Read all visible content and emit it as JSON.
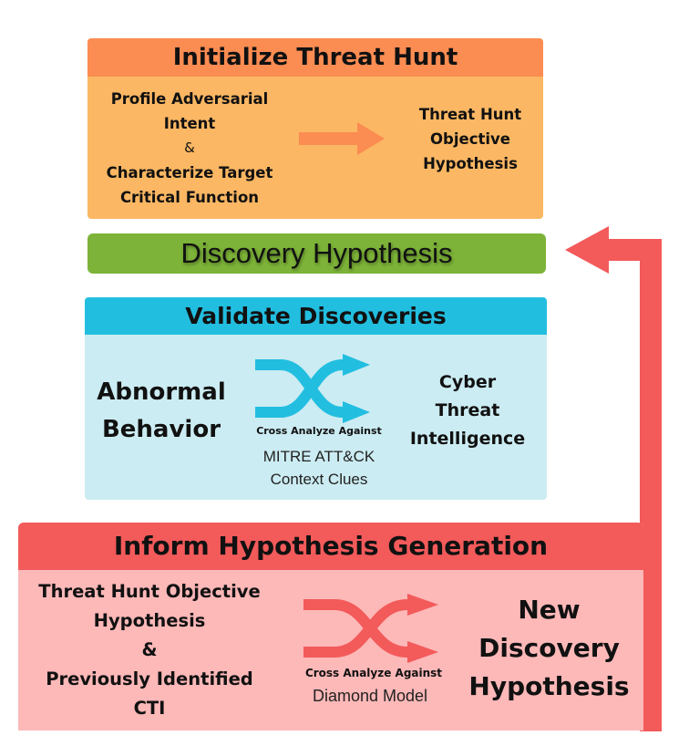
{
  "initialize": {
    "title": "Initialize Threat Hunt",
    "left_line1": "Profile Adversarial",
    "left_line2": "Intent",
    "left_amp": "&",
    "left_line3": "Characterize Target",
    "left_line4": "Critical Function",
    "right_line1": "Threat Hunt",
    "right_line2": "Objective",
    "right_line3": "Hypothesis"
  },
  "discovery": {
    "title": "Discovery Hypothesis"
  },
  "validate": {
    "title": "Validate Discoveries",
    "left_line1": "Abnormal",
    "left_line2": "Behavior",
    "cross_label": "Cross Analyze Against",
    "center_line1": "MITRE ATT&CK",
    "center_line2": "Context Clues",
    "right_line1": "Cyber",
    "right_line2": "Threat",
    "right_line3": "Intelligence"
  },
  "inform": {
    "title": "Inform Hypothesis Generation",
    "left_line1": "Threat Hunt Objective",
    "left_line2": "Hypothesis",
    "left_amp": "&",
    "left_line3": "Previously Identified",
    "left_line4": "CTI",
    "cross_label": "Cross Analyze Against",
    "center_line1": "Diamond Model",
    "right_line1": "New",
    "right_line2": "Discovery",
    "right_line3": "Hypothesis"
  },
  "colors": {
    "init_header": "#fb8c52",
    "init_body": "#fbb763",
    "discovery": "#7db338",
    "validate_header": "#22bee0",
    "validate_body": "#cbecf2",
    "inform_header": "#f35a5a",
    "inform_body": "#fdb8b8",
    "feedback_arrow": "#f35a5a"
  },
  "icons": {
    "init_arrow": "right-arrow-icon",
    "validate_cross": "shuffle-icon",
    "inform_cross": "shuffle-icon",
    "feedback": "loop-back-arrow-icon"
  }
}
